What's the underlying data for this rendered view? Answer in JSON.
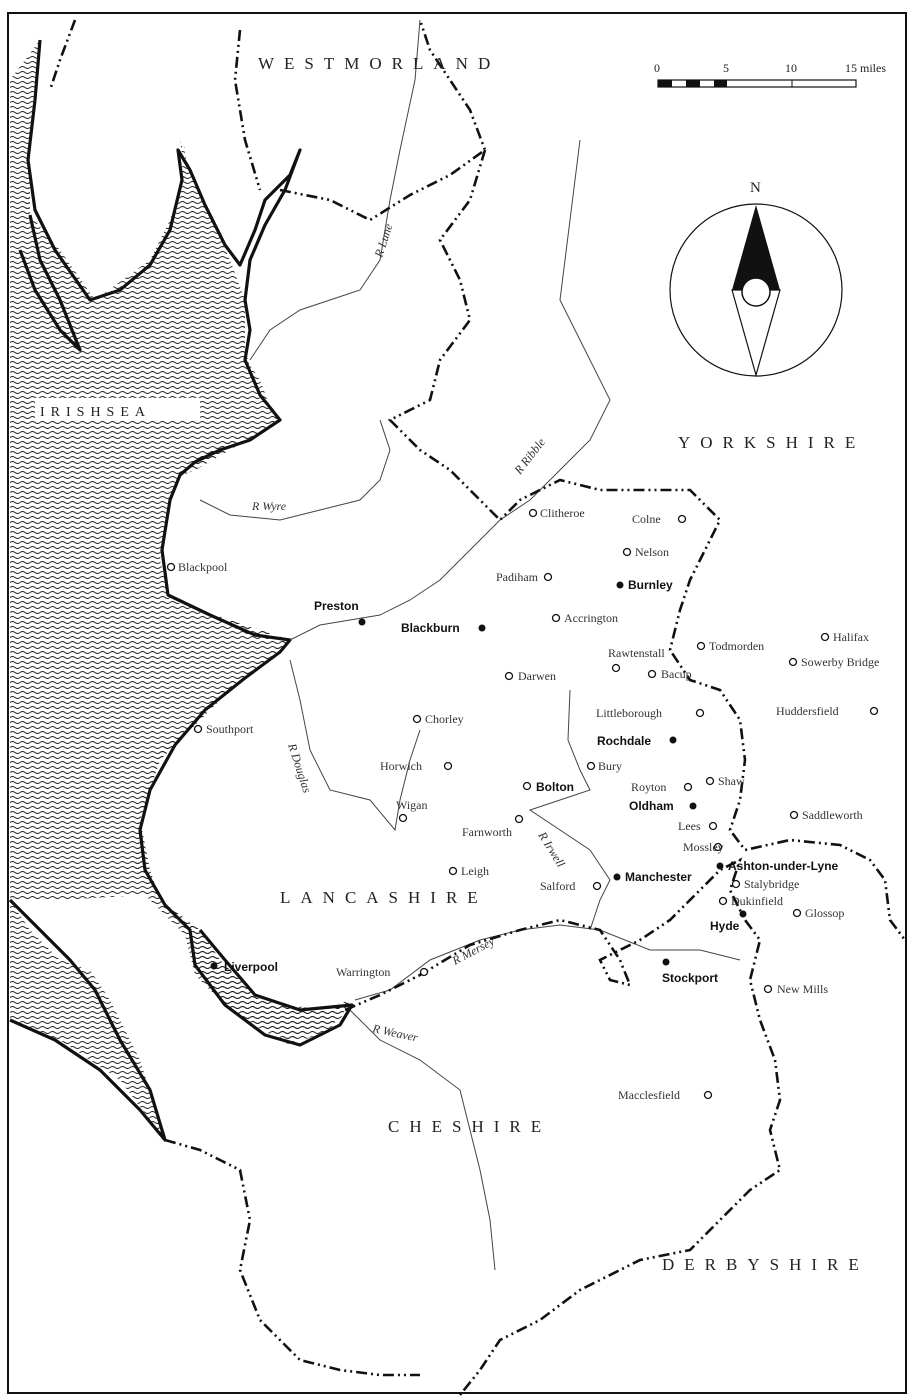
{
  "regions": {
    "westmorland": "WESTMORLAND",
    "yorkshire": "YORKSHIRE",
    "lancashire": "LANCASHIRE",
    "cheshire": "CHESHIRE",
    "derbyshire": "DERBYSHIRE",
    "irish_sea": "IRISHSEA"
  },
  "rivers": {
    "lune": "R Lune",
    "ribble": "R Ribble",
    "wyre": "R Wyre",
    "douglas": "R Douglas",
    "irwell": "R Irwell",
    "mersey": "R Mersey",
    "weaver": "R Weaver"
  },
  "scale": {
    "t0": "0",
    "t5": "5",
    "t10": "10",
    "t15": "15 miles"
  },
  "compass": {
    "north": "N"
  },
  "towns": {
    "clitheroe": "Clitheroe",
    "colne": "Colne",
    "nelson": "Nelson",
    "padiham": "Padiham",
    "burnley": "Burnley",
    "blackpool": "Blackpool",
    "preston": "Preston",
    "blackburn": "Blackburn",
    "accrington": "Accrington",
    "todmorden": "Todmorden",
    "halifax": "Halifax",
    "rawtenstall": "Rawtenstall",
    "bacup": "Bacup",
    "sowerby": "Sowerby Bridge",
    "darwen": "Darwen",
    "littleborough": "Littleborough",
    "huddersfield": "Huddersfield",
    "southport": "Southport",
    "chorley": "Chorley",
    "rochdale": "Rochdale",
    "horwich": "Horwich",
    "bury": "Bury",
    "bolton": "Bolton",
    "royton": "Royton",
    "shaw": "Shaw",
    "oldham": "Oldham",
    "wigan": "Wigan",
    "lees": "Lees",
    "saddleworth": "Saddleworth",
    "farnworth": "Farnworth",
    "mossley": "Mossley",
    "ashton": "Ashton-under-Lyne",
    "leigh": "Leigh",
    "manchester": "Manchester",
    "salford": "Salford",
    "stalybridge": "Stalybridge",
    "dukinfield": "Dukinfield",
    "glossop": "Glossop",
    "hyde": "Hyde",
    "liverpool": "Liverpool",
    "warrington": "Warrington",
    "stockport": "Stockport",
    "newmills": "New Mills",
    "macclesfield": "Macclesfield"
  }
}
